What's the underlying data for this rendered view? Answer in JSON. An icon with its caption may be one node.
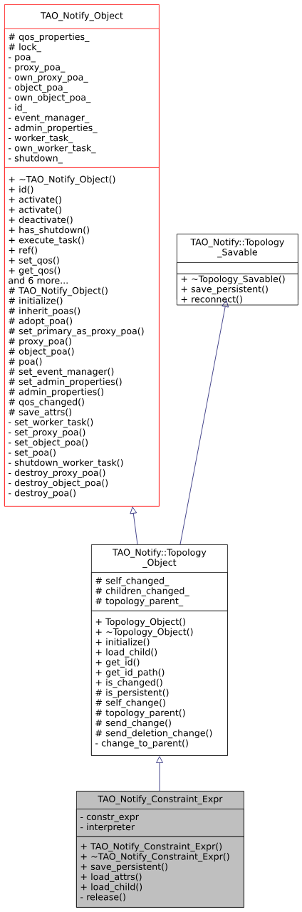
{
  "diagram": {
    "nodes": [
      {
        "text": [
          "TAO_Notify_Object"
        ]
      },
      {
        "text": [
          "# qos_properties_",
          "# lock_",
          "- poa_",
          "- proxy_poa_",
          "- own_proxy_poa_",
          "- object_poa_",
          "- own_object_poa_",
          "- id_",
          "- event_manager_",
          "- admin_properties_",
          "- worker_task_",
          "- own_worker_task_",
          "- shutdown_"
        ],
        "in": 0
      },
      {
        "text": [
          "+ ~TAO_Notify_Object()",
          "+ id()",
          "+ activate()",
          "+ activate()",
          "+ deactivate()",
          "+ has_shutdown()",
          "+ execute_task()",
          "+ ref()",
          "+ set_qos()",
          "+ get_qos()",
          "and 6 more...",
          "# TAO_Notify_Object()",
          "# initialize()",
          "# inherit_poas()",
          "# adopt_poa()",
          "# set_primary_as_proxy_poa()",
          "# proxy_poa()",
          "# object_poa()",
          "# poa()",
          "# set_event_manager()",
          "# set_admin_properties()",
          "# admin_properties()",
          "# qos_changed()",
          "# save_attrs()",
          "- set_worker_task()",
          "- set_proxy_poa()",
          "- set_object_poa()",
          "- set_poa()",
          "- shutdown_worker_task()",
          "- destroy_proxy_poa()",
          "- destroy_object_poa()",
          "- destroy_poa()"
        ],
        "in": 0
      },
      {
        "text": [
          "TAO_Notify::Topology _Savable"
        ]
      },
      {
        "text": [],
        "shape": "box",
        "in": 3
      },
      {
        "text": [
          "+ ~Topology_Savable()",
          "+ save_persistent()",
          "+ reconnect()"
        ],
        "in": 3
      },
      {
        "text": [
          "TAO_Notify::Topology _Object"
        ]
      },
      {
        "text": [
          "# self_changed_",
          "# children_changed_",
          "# topology_parent_"
        ],
        "in": 6
      },
      {
        "text": [
          "+ Topology_Object()",
          "+ ~Topology_Object()",
          "+ initialize()",
          "+ load_child()",
          "+ get_id()",
          "+ get_id_path()",
          "+ is_changed()",
          "# is_persistent()",
          "# self_change()",
          "# topology_parent()",
          "# send_change()",
          "# send_deletion_change()",
          "- change_to_parent()"
        ],
        "in": 6
      },
      {
        "text": [
          "TAO_Notify_Constraint_Expr"
        ]
      },
      {
        "text": [
          "- constr_expr",
          "- interpreter"
        ],
        "in": 9
      },
      {
        "text": [
          "+ TAO_Notify_Constraint_Expr()",
          "+ ~TAO_Notify_Constraint_Expr()",
          "+ save_persistent()",
          "+ load_attrs()",
          "+ load_child()",
          "- release()"
        ],
        "in": 9
      }
    ],
    "edges": [
      {
        "from": 6,
        "to": 0,
        "arrow": "to"
      },
      {
        "from": 6,
        "to": 3,
        "arrow": "to"
      },
      {
        "from": 9,
        "to": 6,
        "arrow": "to"
      }
    ]
  }
}
